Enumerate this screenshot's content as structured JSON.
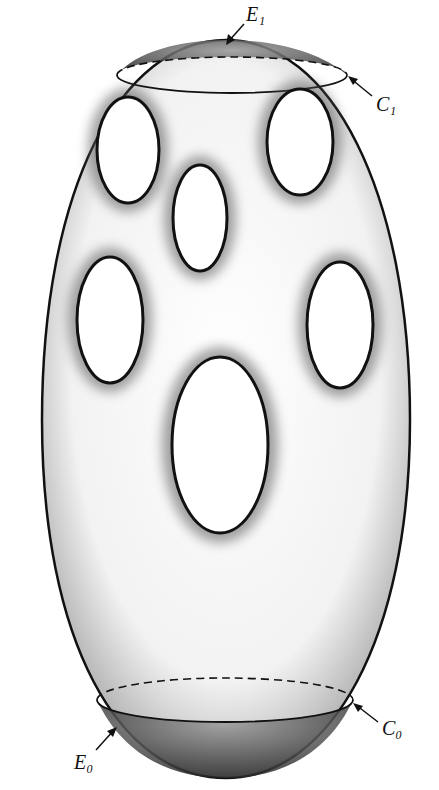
{
  "diagram": {
    "labels": [
      "E₁",
      "C₁",
      "C₀",
      "E₀"
    ]
  }
}
